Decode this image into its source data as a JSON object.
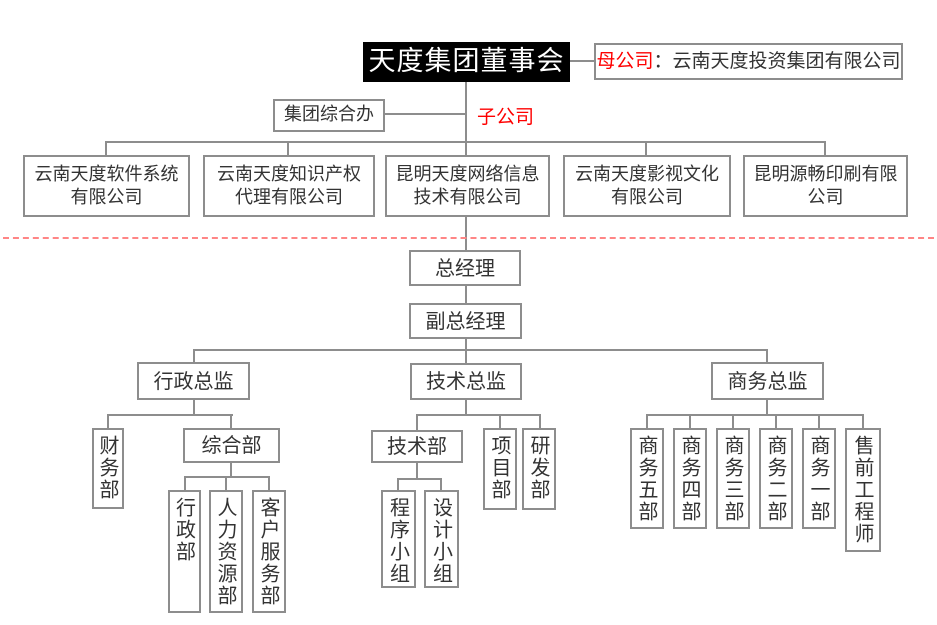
{
  "colors": {
    "accent_red": "#fe0000",
    "connector_gray": "#8d8d8d",
    "divider_pink": "#ff8585",
    "text_dark": "#333333",
    "board_bg": "#000000"
  },
  "org": {
    "board": "天度集团董事会",
    "parent": {
      "label": "母公司",
      "name": "：云南天度投资集团有限公司"
    },
    "subsidiary_label": "子公司",
    "group_office": "集团综合办",
    "subsidiaries": [
      "云南天度软件系统\n有限公司",
      "云南天度知识产权\n代理有限公司",
      "昆明天度网络信息\n技术有限公司",
      "云南天度影视文化\n有限公司",
      "昆明源畅印刷有限\n公司"
    ],
    "gm": "总经理",
    "deputy_gm": "副总经理",
    "directors": {
      "admin": "行政总监",
      "tech": "技术总监",
      "business": "商务总监"
    },
    "admin_branch": {
      "finance": "财务部",
      "general": "综合部",
      "admin_dept": "行政部",
      "hr": "人力资源部",
      "customer_service": "客户服务部"
    },
    "tech_branch": {
      "tech_dept": "技术部",
      "project": "项目部",
      "rd": "研发部",
      "program_team": "程序小组",
      "design_team": "设计小组"
    },
    "business_branch": {
      "dept5": "商务五部",
      "dept4": "商务四部",
      "dept3": "商务三部",
      "dept2": "商务二部",
      "dept1": "商务一部",
      "presales": "售前工程师"
    }
  }
}
